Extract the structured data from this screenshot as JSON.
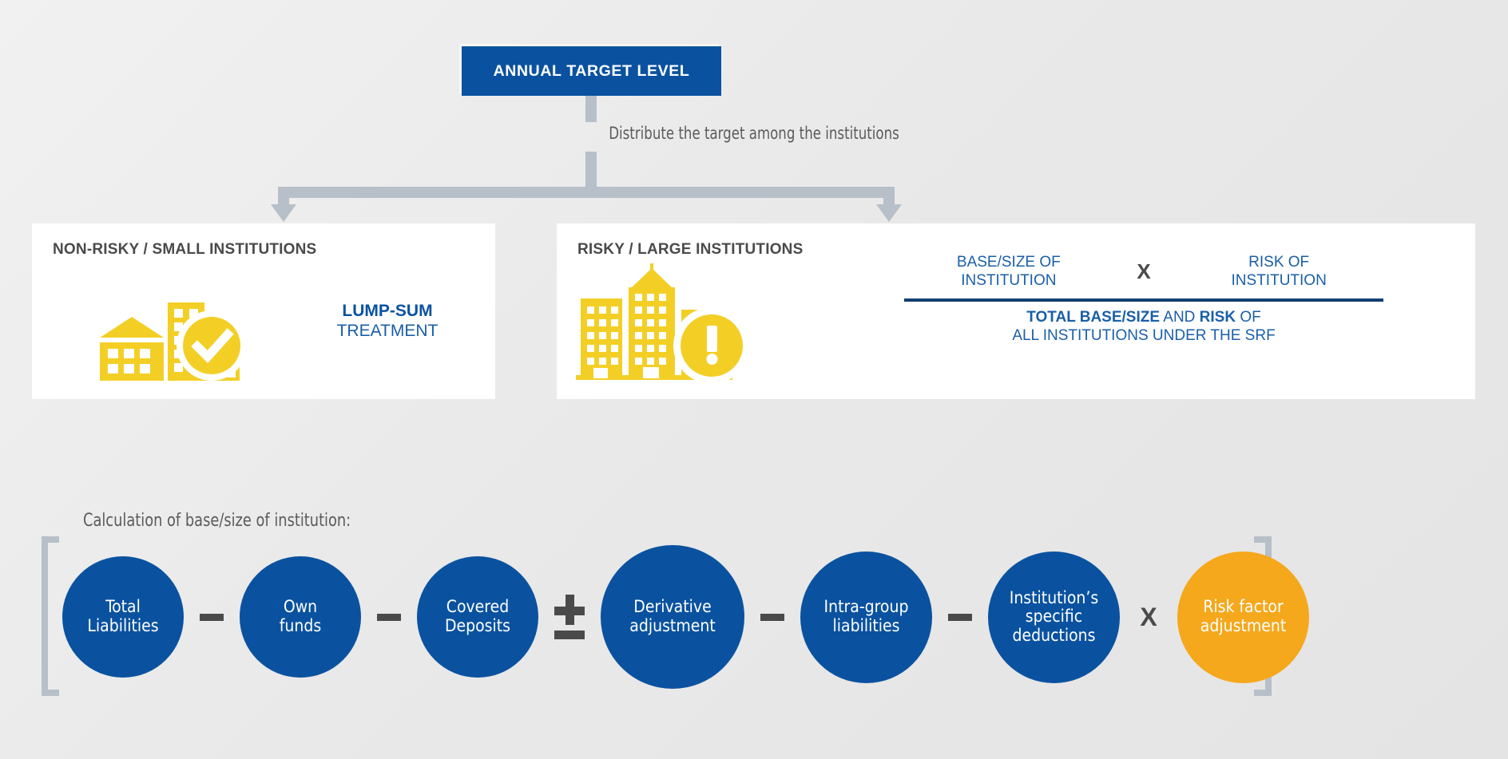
{
  "top": {
    "banner_label": "ANNUAL TARGET LEVEL",
    "distribute_label": "Distribute the target among the institutions"
  },
  "panels": {
    "left": {
      "title": "NON-RISKY / SMALL INSTITUTIONS",
      "icon_name": "small-buildings-check-icon",
      "treatment_line1": "LUMP-SUM",
      "treatment_line2": "TREATMENT"
    },
    "right": {
      "title": "RISKY / LARGE INSTITUTIONS",
      "icon_name": "large-buildings-warning-icon",
      "formula": {
        "numerator_left": "BASE/SIZE OF\nINSTITUTION",
        "operator": "X",
        "numerator_right": "RISK OF\nINSTITUTION",
        "denominator_line1_bold_a": "TOTAL BASE/SIZE",
        "denominator_line1_mid": " AND ",
        "denominator_line1_bold_b": "RISK",
        "denominator_line1_end": " OF",
        "denominator_line2": "ALL INSTITUTIONS UNDER THE SRF"
      }
    }
  },
  "calculation": {
    "caption": "Calculation of base/size of institution:",
    "items": [
      {
        "kind": "node",
        "color": "blue",
        "label": "Total\nLiabilities",
        "size": 152
      },
      {
        "kind": "op",
        "op": "minus",
        "label": "−"
      },
      {
        "kind": "node",
        "color": "blue",
        "label": "Own\nfunds",
        "size": 152
      },
      {
        "kind": "op",
        "op": "minus",
        "label": "−"
      },
      {
        "kind": "node",
        "color": "blue",
        "label": "Covered\nDeposits",
        "size": 152
      },
      {
        "kind": "op",
        "op": "plusminus",
        "label": "±"
      },
      {
        "kind": "node",
        "color": "blue",
        "label": "Derivative\nadjustment",
        "size": 180
      },
      {
        "kind": "op",
        "op": "minus",
        "label": "−"
      },
      {
        "kind": "node",
        "color": "blue",
        "label": "Intra-group\nliabilities",
        "size": 165
      },
      {
        "kind": "op",
        "op": "minus",
        "label": "−"
      },
      {
        "kind": "node",
        "color": "blue",
        "label": "Institution’s\nspecific\ndeductions",
        "size": 165
      },
      {
        "kind": "op",
        "op": "times",
        "label": "X"
      },
      {
        "kind": "node",
        "color": "orange",
        "label": "Risk factor\nadjustment",
        "size": 165
      }
    ]
  },
  "colors": {
    "brand_blue": "#0a52a0",
    "deep_blue": "#123f73",
    "accent_yellow": "#f3cf26",
    "orange": "#f5a81c",
    "connector_gray": "#b7bfc8",
    "text_gray": "#4a4a4a",
    "background": "#ececec"
  }
}
